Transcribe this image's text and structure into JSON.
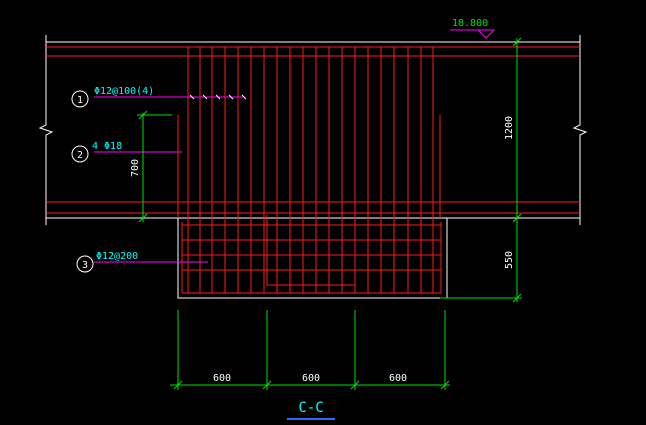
{
  "drawing": {
    "background": "#000000",
    "colors": {
      "outline": "#ffffff",
      "rebar": "#ff1a1a",
      "dimension": "#00e000",
      "label": "#00ffff",
      "leader": "#ff00ff",
      "title": "#00ffff",
      "title_underline": "#3366ff"
    },
    "elevation": {
      "label": "18.800"
    },
    "callouts": [
      {
        "number": "1",
        "spec": "Φ12@100(4)"
      },
      {
        "number": "2",
        "spec": "4 Φ18"
      },
      {
        "number": "3",
        "spec": "Φ12@200"
      }
    ],
    "dimensions": {
      "beam_height": "1200",
      "cap_depth": "550",
      "left_extent": "700",
      "spans": [
        "600",
        "600",
        "600"
      ]
    },
    "section_title": "C-C"
  }
}
